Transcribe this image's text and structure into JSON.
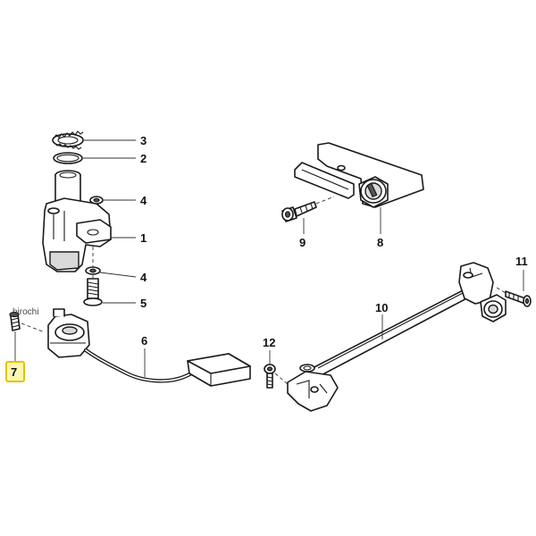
{
  "watermark": "hirochi",
  "callouts": [
    {
      "id": "3",
      "label": "3"
    },
    {
      "id": "2",
      "label": "2"
    },
    {
      "id": "4a",
      "label": "4"
    },
    {
      "id": "1",
      "label": "1"
    },
    {
      "id": "4b",
      "label": "4"
    },
    {
      "id": "5",
      "label": "5"
    },
    {
      "id": "6",
      "label": "6"
    },
    {
      "id": "7",
      "label": "7",
      "highlighted": true
    },
    {
      "id": "9",
      "label": "9"
    },
    {
      "id": "8",
      "label": "8"
    },
    {
      "id": "11",
      "label": "11"
    },
    {
      "id": "10",
      "label": "10"
    },
    {
      "id": "12",
      "label": "12"
    }
  ],
  "colors": {
    "highlight_fill": "#fff6b0",
    "highlight_border": "#e0c400",
    "line": "#1a1a1a"
  }
}
